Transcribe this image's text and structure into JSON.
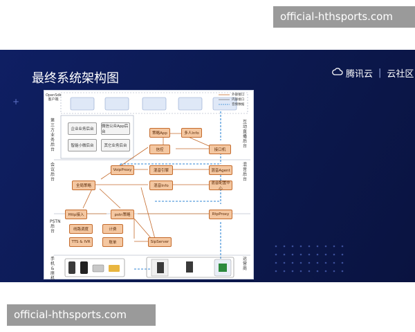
{
  "watermark": {
    "text": "official-hthsports.com"
  },
  "slide": {
    "title": "最终系统架构图",
    "brand_name": "腾讯云",
    "brand_divider": "|",
    "brand_sub": "云社区"
  },
  "diagram": {
    "legend": {
      "external": "外部接口",
      "internal": "内部接口",
      "flow": "音频数据"
    },
    "lane_labels": {
      "opensdk": "OpenSdk 客户端",
      "third_party": "第三方业务后台",
      "interactive": "互动直播后台",
      "meeting": "会议后台",
      "conference": "混音后台",
      "pstn": "PSTN后台",
      "phone": "手机&座机",
      "operator": "运营商"
    },
    "third_party_boxes": [
      "企业业务后台",
      "微信公众App后台",
      "智能小微后台",
      "其它业务后台"
    ],
    "nodes": {
      "strategy_app": "策略App",
      "multi_info": "多人Info",
      "control": "信控",
      "gateway": "接口机",
      "voip_proxy": "VoipProxy",
      "conf_engine": "混音引擎",
      "conf_agent": "混音Agent",
      "location_strategy": "全局策略",
      "conf_info": "混音Info",
      "conf_config": "混音配置中心",
      "http_access": "Http接入",
      "pstn_strategy": "pstn策略",
      "rtp_proxy": "RtpProxy",
      "line_schedule": "线路调度",
      "billing": "计费",
      "tts_ivr": "TTS & IVR",
      "account": "账单",
      "sip_server": "SipServer"
    }
  }
}
